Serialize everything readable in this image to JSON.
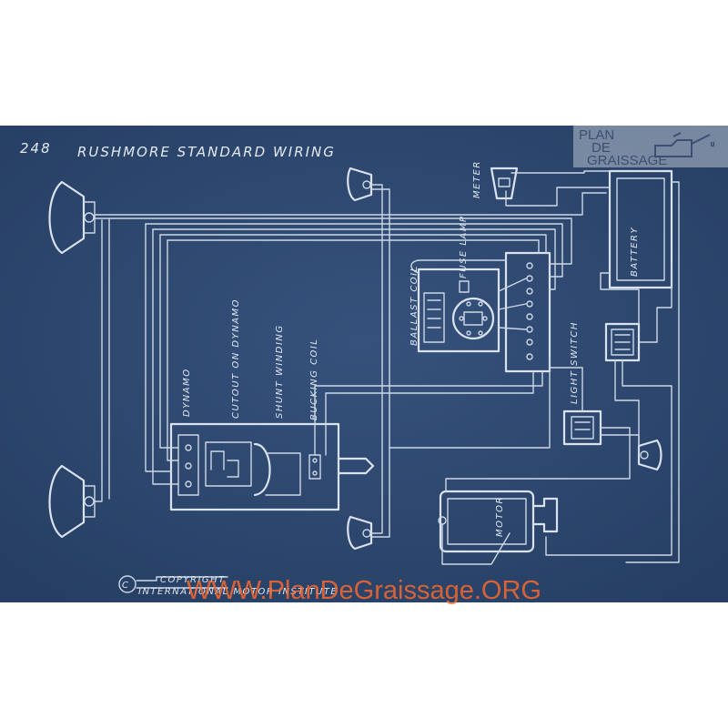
{
  "diagram": {
    "page_number": "248",
    "title": "RUSHMORE STANDARD WIRING",
    "labels": {
      "meter": "METER",
      "battery": "BATTERY",
      "ballast_coil": "BALLAST COIL",
      "fuse_lamp": "FUSE LAMP",
      "dynamo": "DYNAMO",
      "cutout_on_dynamo": "CUTOUT ON DYNAMO",
      "shunt_winding": "SHUNT WINDING",
      "bucking_coil": "BUCKING COIL",
      "light_switch": "LIGHT SWITCH",
      "motor": "MOTOR"
    },
    "copyright": {
      "line1": "COPYRIGHT",
      "line2": "INTERNATIONAL MOTOR INSTITUTE"
    },
    "logo": {
      "line1": "PLAN",
      "line2": "DE",
      "line3": "GRAISSAGE"
    },
    "watermark": "WWW.PlanDeGraissage.ORG"
  },
  "colors": {
    "blueprint_background": "#2d4770",
    "line_ink": "#d9e2ee",
    "watermark": "#ff6a2a"
  }
}
